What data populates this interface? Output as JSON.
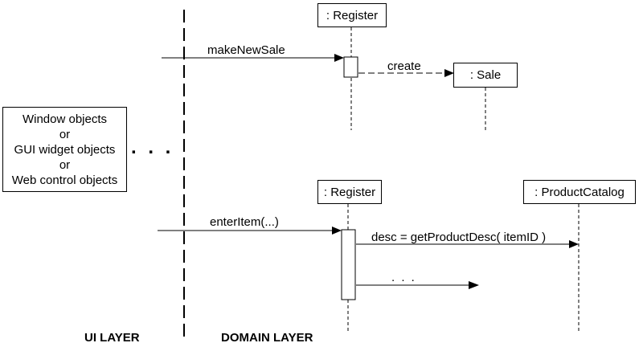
{
  "ui_objects": {
    "line1": "Window objects",
    "line2": "or",
    "line3": "GUI widget objects",
    "line4": "or",
    "line5": "Web control objects"
  },
  "ellipsis_between": ". . .",
  "top_scenario": {
    "register_label": ": Register",
    "sale_label": ": Sale",
    "message_make_new_sale": "makeNewSale",
    "message_create": "create"
  },
  "bottom_scenario": {
    "register_label": ": Register",
    "catalog_label": ": ProductCatalog",
    "message_enter_item": "enterItem(...)",
    "message_get_desc": "desc = getProductDesc( itemID )",
    "message_more": ". . ."
  },
  "layers": {
    "ui": "UI LAYER",
    "domain": "DOMAIN LAYER"
  }
}
